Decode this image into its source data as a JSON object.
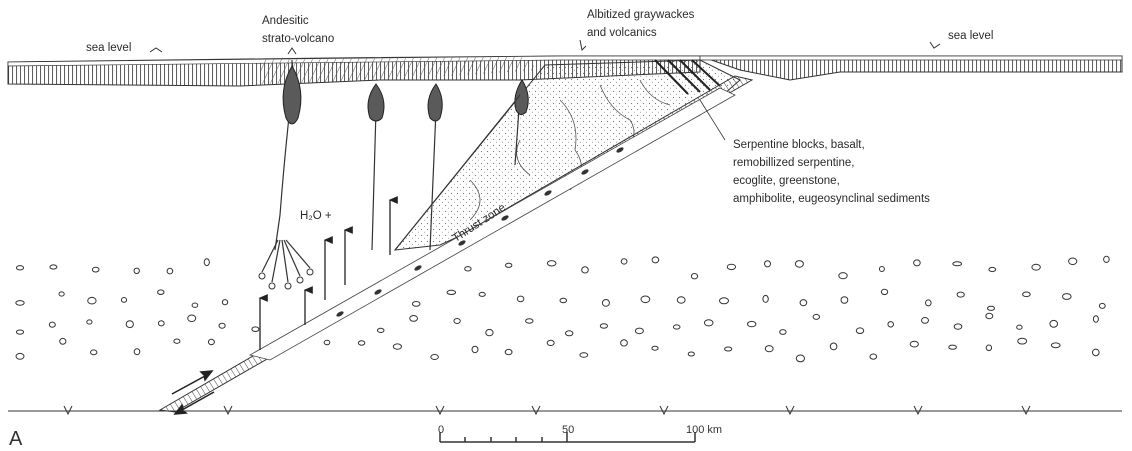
{
  "figure_letter": "A",
  "labels": {
    "sea_level_left": "sea level",
    "sea_level_right": "sea level",
    "volcano": [
      "Andesitic",
      "strato-volcano"
    ],
    "graywackes": [
      "Albitized graywackes",
      "and volcanics"
    ],
    "serpentine": [
      "Serpentine blocks, basalt,",
      "remobillized serpentine,",
      "ecoglite, greenstone,",
      "amphibolite, eugeosynclinal sediments"
    ],
    "thrust_zone": "Thrust zone",
    "h2o": "H₂O +"
  },
  "scale_bar": {
    "ticks": [
      "0",
      "50",
      "100 km"
    ]
  },
  "colors": {
    "ink": "#333333",
    "stipple": "#8a8a8a",
    "magma": "#555555"
  }
}
